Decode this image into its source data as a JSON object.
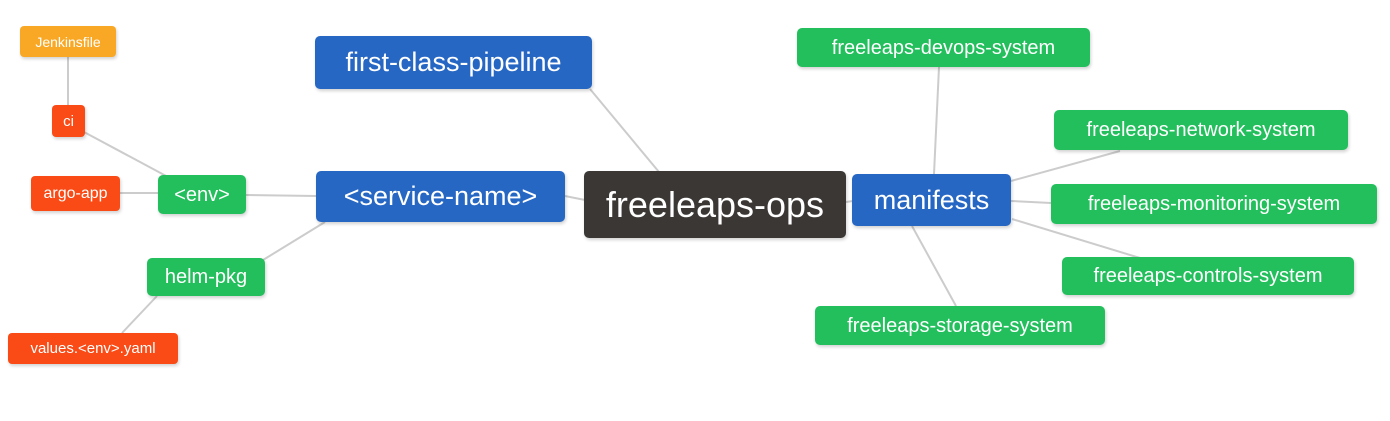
{
  "diagram": {
    "title": "freeleaps-ops mind map",
    "background_color": "#ffffff",
    "edge_color": "#cccccc",
    "colors": {
      "blue": "#2767C4",
      "green": "#22BF5C",
      "red_orange": "#FA4B16",
      "amber": "#F9A825",
      "dark": "#3B3735",
      "node_text": "#ffffff"
    },
    "nodes": [
      {
        "id": "jenkinsfile",
        "label": "Jenkinsfile",
        "color": "amber"
      },
      {
        "id": "ci",
        "label": "ci",
        "color": "red_orange"
      },
      {
        "id": "argo-app",
        "label": "argo-app",
        "color": "red_orange"
      },
      {
        "id": "env",
        "label": "<env>",
        "color": "green"
      },
      {
        "id": "service-name",
        "label": "<service-name>",
        "color": "blue"
      },
      {
        "id": "first-class-pipeline",
        "label": "first-class-pipeline",
        "color": "blue"
      },
      {
        "id": "freeleaps-ops",
        "label": "freeleaps-ops",
        "color": "dark"
      },
      {
        "id": "manifests",
        "label": "manifests",
        "color": "blue"
      },
      {
        "id": "helm-pkg",
        "label": "helm-pkg",
        "color": "green"
      },
      {
        "id": "values-env-yaml",
        "label": "values.<env>.yaml",
        "color": "red_orange"
      },
      {
        "id": "devops-system",
        "label": "freeleaps-devops-system",
        "color": "green"
      },
      {
        "id": "network-system",
        "label": "freeleaps-network-system",
        "color": "green"
      },
      {
        "id": "monitoring-system",
        "label": "freeleaps-monitoring-system",
        "color": "green"
      },
      {
        "id": "controls-system",
        "label": "freeleaps-controls-system",
        "color": "green"
      },
      {
        "id": "storage-system",
        "label": "freeleaps-storage-system",
        "color": "green"
      }
    ],
    "edges": [
      {
        "from": "jenkinsfile",
        "to": "ci"
      },
      {
        "from": "ci",
        "to": "env"
      },
      {
        "from": "argo-app",
        "to": "env"
      },
      {
        "from": "env",
        "to": "service-name"
      },
      {
        "from": "helm-pkg",
        "to": "service-name"
      },
      {
        "from": "values-env-yaml",
        "to": "helm-pkg"
      },
      {
        "from": "service-name",
        "to": "freeleaps-ops"
      },
      {
        "from": "first-class-pipeline",
        "to": "freeleaps-ops"
      },
      {
        "from": "freeleaps-ops",
        "to": "manifests"
      },
      {
        "from": "devops-system",
        "to": "manifests"
      },
      {
        "from": "manifests",
        "to": "network-system"
      },
      {
        "from": "manifests",
        "to": "monitoring-system"
      },
      {
        "from": "manifests",
        "to": "controls-system"
      },
      {
        "from": "manifests",
        "to": "storage-system"
      }
    ]
  }
}
